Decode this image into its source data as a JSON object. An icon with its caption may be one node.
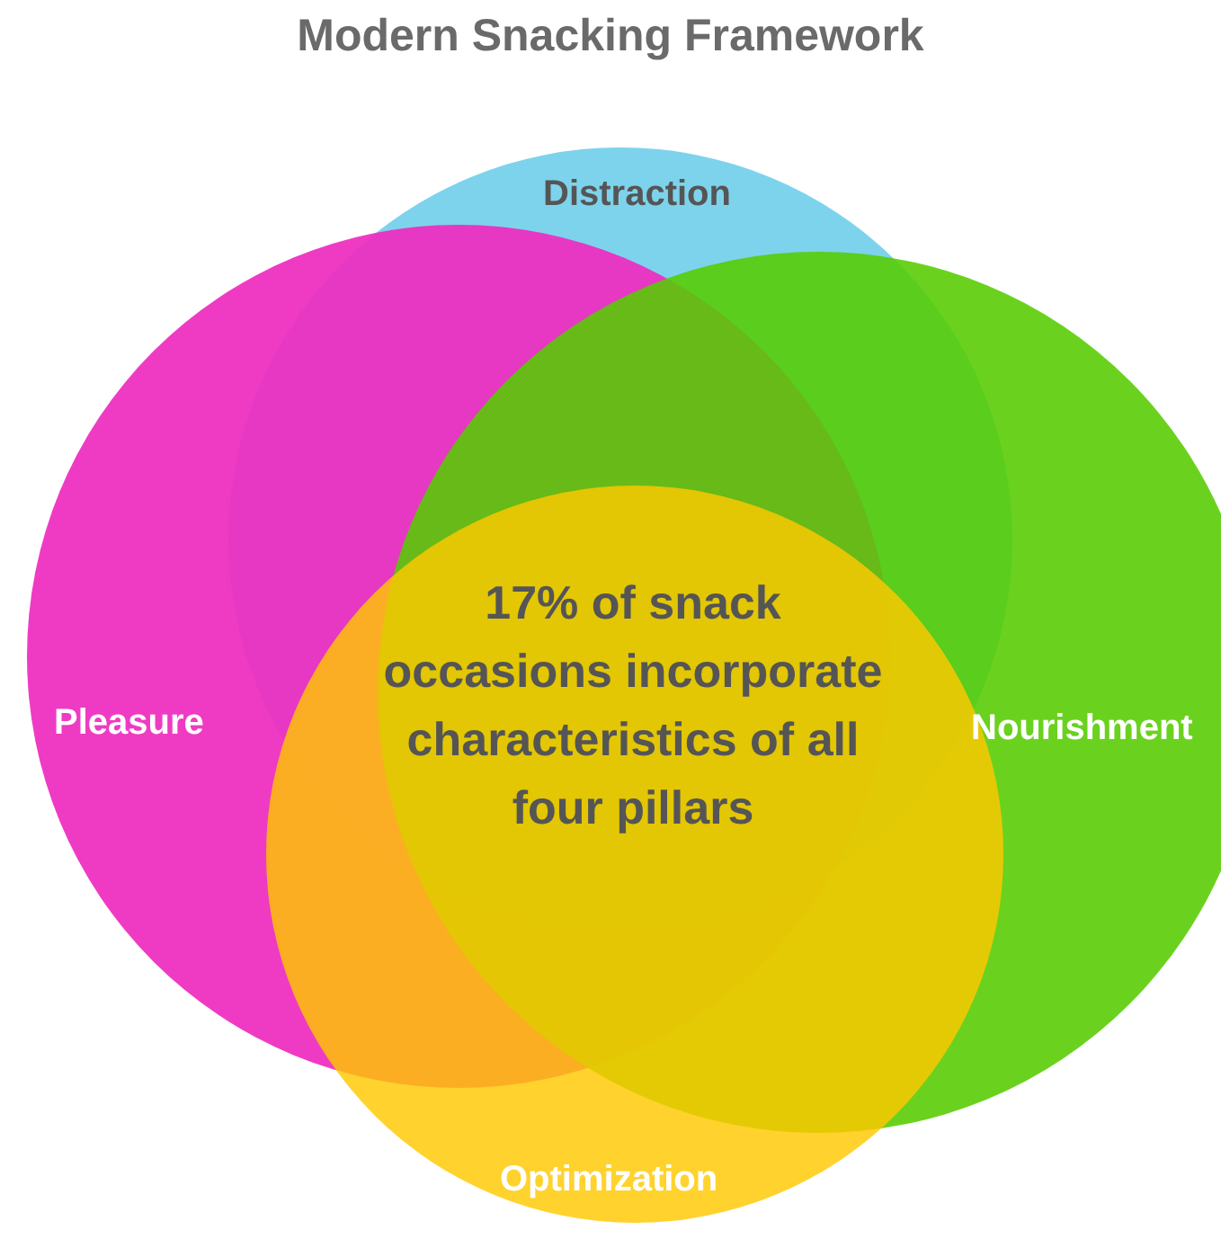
{
  "diagram": {
    "title": "Modern Snacking Framework",
    "nodes": [
      {
        "text": [
          "Distraction"
        ]
      },
      {
        "text": [
          "Pleasure"
        ]
      },
      {
        "text": [
          "Nourishment"
        ]
      },
      {
        "text": [
          "Optimization"
        ]
      }
    ],
    "labels": [
      "17% of snack occasions incorporate characteristics of all four pillars"
    ]
  }
}
